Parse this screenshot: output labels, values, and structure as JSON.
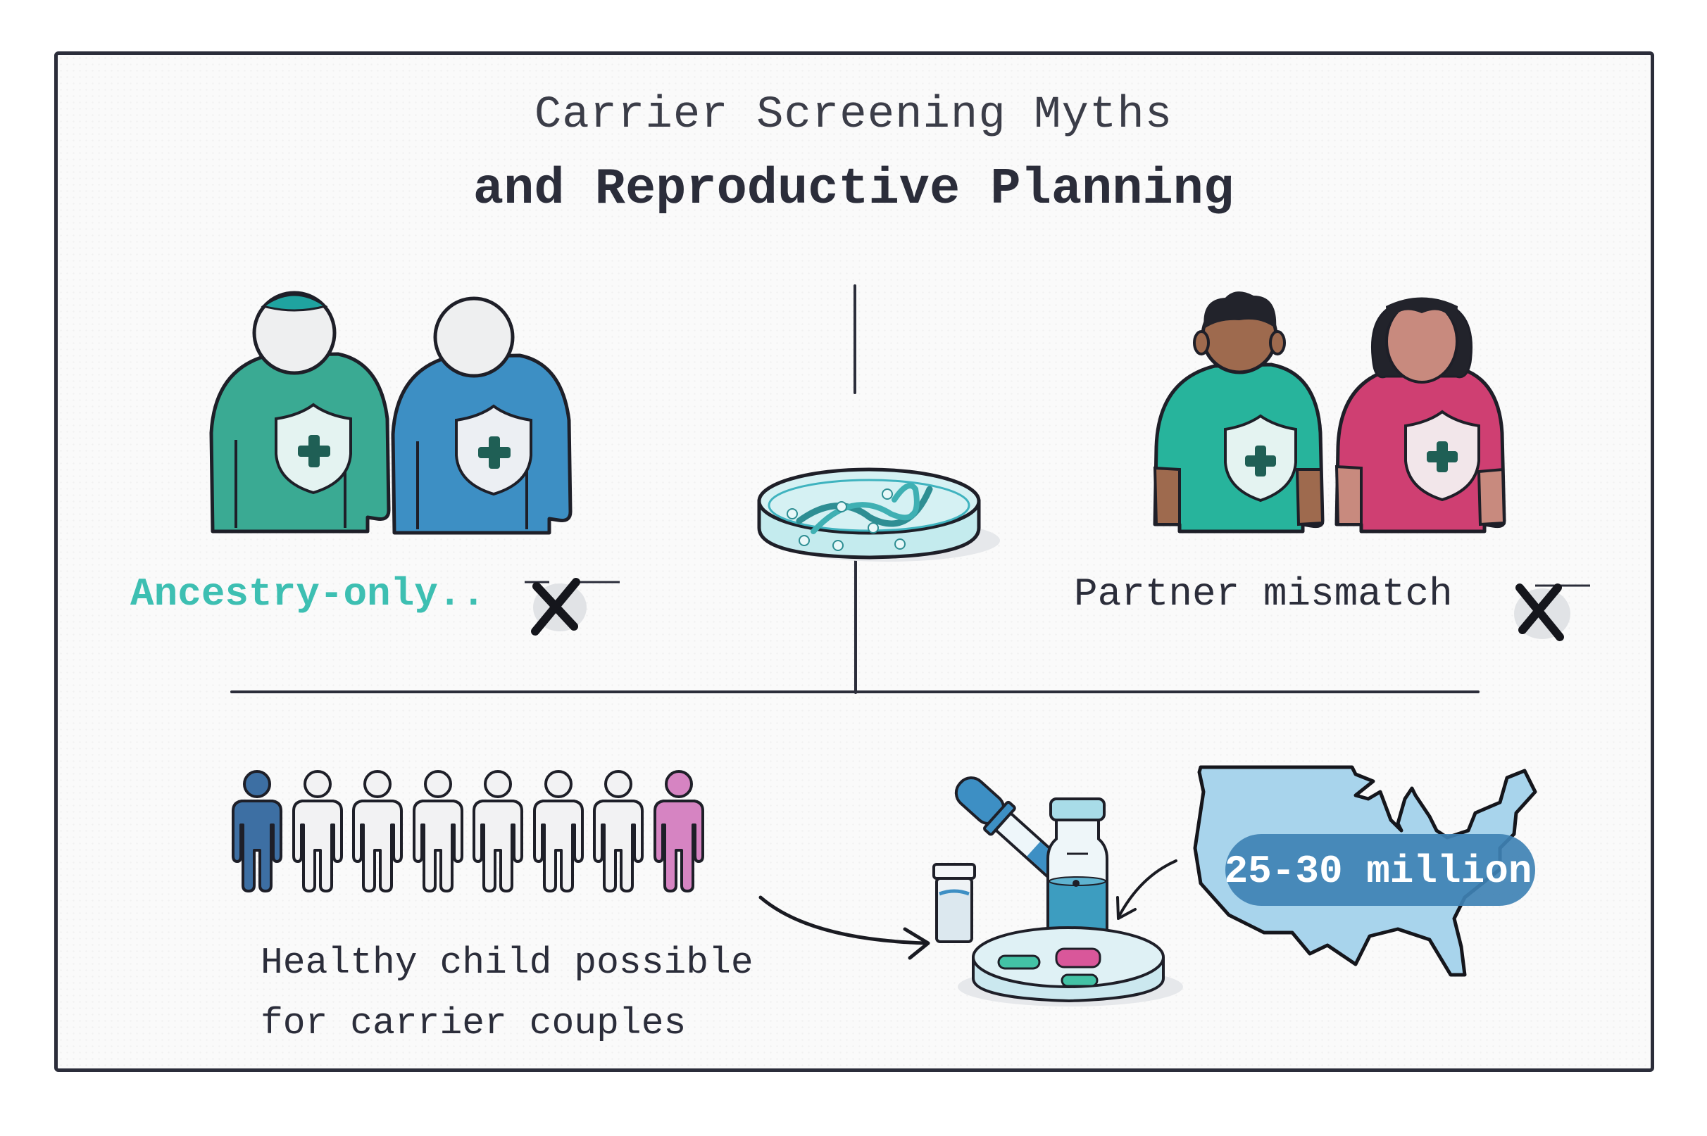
{
  "title": {
    "line1": "Carrier Screening Myths",
    "line2": "and Reproductive Planning"
  },
  "panels": {
    "top_left": {
      "label": "Ancestry-only..",
      "verdict_icon": "x-mark-icon",
      "figures": [
        {
          "role": "partner-1",
          "shirt_color": "#3aaa93",
          "head": "blank",
          "hair_color": "#1fa3a0",
          "badge": "shield-plus-icon"
        },
        {
          "role": "partner-2",
          "shirt_color": "#3d8fc4",
          "head": "blank",
          "badge": "shield-plus-icon"
        }
      ]
    },
    "center": {
      "icon": "petri-dish-dna-icon"
    },
    "top_right": {
      "label": "Partner mismatch",
      "verdict_icon": "x-mark-icon",
      "figures": [
        {
          "role": "partner-1",
          "shirt_color": "#27b49c",
          "skin_color": "#9e6a4e",
          "hair_color": "#22232b",
          "badge": "shield-plus-icon"
        },
        {
          "role": "partner-2",
          "shirt_color": "#cf3f72",
          "skin_color": "#c88a7e",
          "hair_color": "#22232b",
          "badge": "shield-plus-icon"
        }
      ]
    },
    "bottom_left": {
      "label_lines": [
        "Healthy child possible",
        "for carrier couples"
      ],
      "people_row": [
        {
          "color": "#3d6fa3"
        },
        {
          "color": "#f2f2f3"
        },
        {
          "color": "#f2f2f3"
        },
        {
          "color": "#f2f2f3"
        },
        {
          "color": "#f2f2f3"
        },
        {
          "color": "#f2f2f3"
        },
        {
          "color": "#f2f2f3"
        },
        {
          "color": "#d684c2"
        }
      ]
    },
    "bottom_right": {
      "lab_icons": [
        "pipette-icon",
        "vial-icon",
        "bottle-icon",
        "petri-dish-icon"
      ],
      "map_icon": "usa-map-icon",
      "stat_badge": "25-30 million"
    }
  },
  "colors": {
    "ink": "#2b2d3a",
    "accent_teal": "#3dbfb2",
    "map_fill": "#a8d4ec",
    "badge_fill": "#3f82b4",
    "dish_fill": "#c4ebee"
  }
}
